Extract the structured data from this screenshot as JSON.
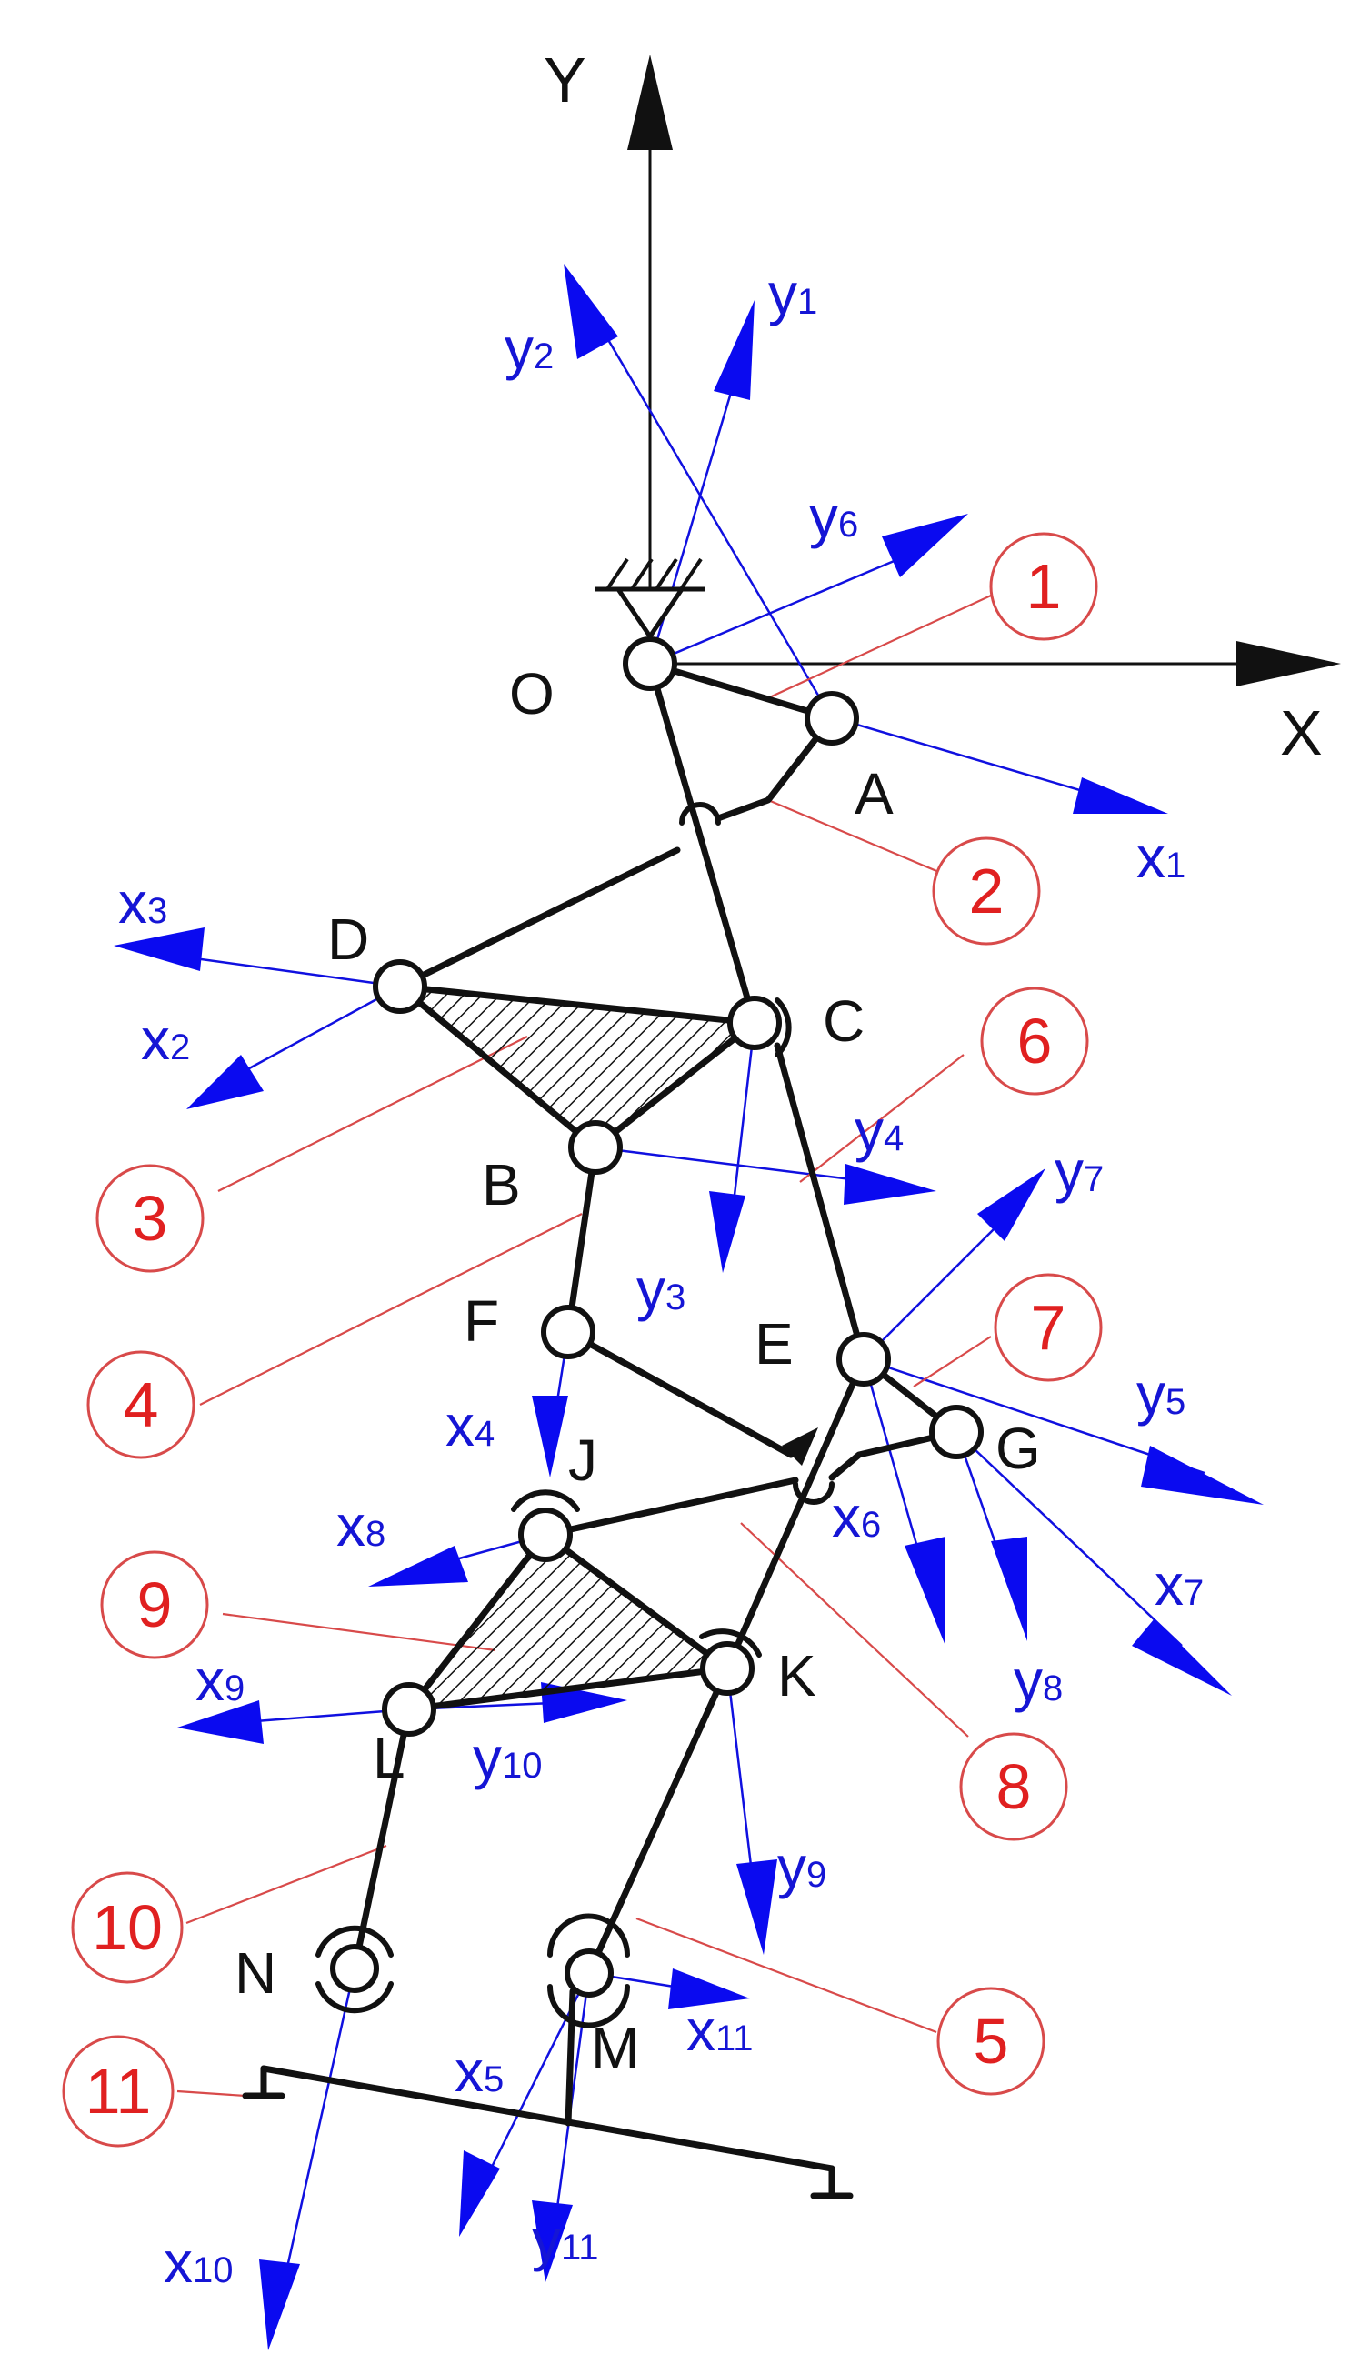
{
  "axes": {
    "x_label": "X",
    "y_label": "Y"
  },
  "points": {
    "O": "O",
    "A": "A",
    "B": "B",
    "C": "C",
    "D": "D",
    "E": "E",
    "F": "F",
    "G": "G",
    "J": "J",
    "K": "K",
    "L": "L",
    "M": "M",
    "N": "N"
  },
  "frames": {
    "x1": {
      "base": "x",
      "sub": "1"
    },
    "y1": {
      "base": "y",
      "sub": "1"
    },
    "x2": {
      "base": "x",
      "sub": "2"
    },
    "y2": {
      "base": "y",
      "sub": "2"
    },
    "x3": {
      "base": "x",
      "sub": "3"
    },
    "y3": {
      "base": "y",
      "sub": "3"
    },
    "x4": {
      "base": "x",
      "sub": "4"
    },
    "y4": {
      "base": "y",
      "sub": "4"
    },
    "x5": {
      "base": "x",
      "sub": "5"
    },
    "y5": {
      "base": "y",
      "sub": "5"
    },
    "x6": {
      "base": "x",
      "sub": "6"
    },
    "y6": {
      "base": "y",
      "sub": "6"
    },
    "x7": {
      "base": "x",
      "sub": "7"
    },
    "y7": {
      "base": "y",
      "sub": "7"
    },
    "x8": {
      "base": "x",
      "sub": "8"
    },
    "y8": {
      "base": "y",
      "sub": "8"
    },
    "x9": {
      "base": "x",
      "sub": "9"
    },
    "y9": {
      "base": "y",
      "sub": "9"
    },
    "x10": {
      "base": "x",
      "sub": "10"
    },
    "y10": {
      "base": "y",
      "sub": "10"
    },
    "x11": {
      "base": "x",
      "sub": "11"
    },
    "y11": {
      "base": "y",
      "sub": "11"
    }
  },
  "callouts": [
    "1",
    "2",
    "3",
    "4",
    "5",
    "6",
    "7",
    "8",
    "9",
    "10",
    "11"
  ],
  "colors": {
    "link": "#111111",
    "frame_axis": "#0a0af0",
    "callout": "#d84a4a",
    "callout_text": "#e02020"
  }
}
